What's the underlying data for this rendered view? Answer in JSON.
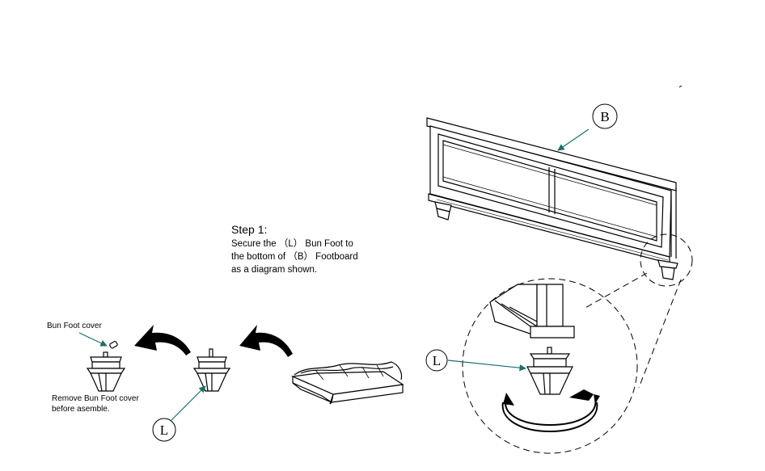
{
  "step": {
    "title": "Step 1:",
    "lines": [
      "Secure the （L） Bun Foot to",
      "the bottom of （B） Footboard",
      "as a diagram shown."
    ]
  },
  "labels": {
    "footboard": "B",
    "bun_foot_main": "L",
    "bun_foot_detail": "L",
    "bun_foot_cover": "Bun Foot cover",
    "remove_line1": "Remove Bun Foot cover",
    "remove_line2": "before asemble."
  },
  "colors": {
    "line": "#000000",
    "leader": "#1d6f6a",
    "arrow_fill": "#000000"
  },
  "icons": [
    "open-box-icon",
    "curved-arrow-icon",
    "rotate-arrow-icon",
    "bun-foot-icon",
    "footboard-icon"
  ]
}
